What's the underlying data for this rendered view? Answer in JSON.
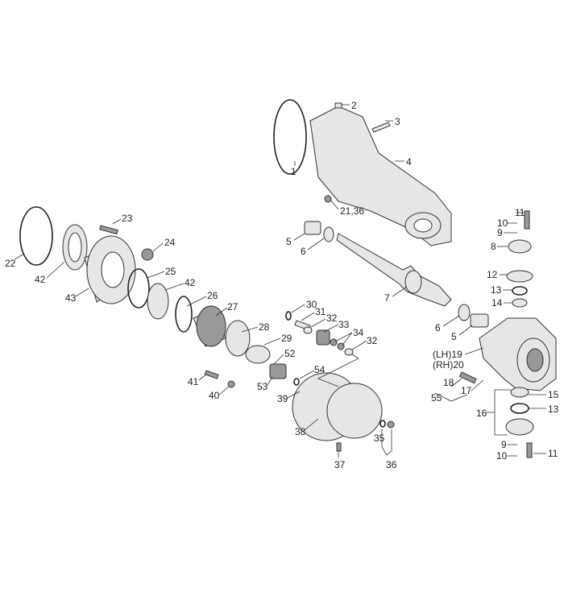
{
  "diagram": {
    "type": "exploded parts diagram",
    "callouts": [
      "1",
      "2",
      "3",
      "4",
      "21,36",
      "5",
      "6",
      "7",
      "6",
      "5",
      "11",
      "10",
      "9",
      "8",
      "12",
      "13",
      "14",
      "(LH)19",
      "(RH)20",
      "18",
      "17",
      "55",
      "15",
      "13",
      "16",
      "9",
      "10",
      "11",
      "22",
      "42",
      "43",
      "23",
      "24",
      "25",
      "42",
      "26",
      "27",
      "28",
      "29",
      "30",
      "31",
      "32",
      "33",
      "34",
      "32",
      "52",
      "53",
      "54",
      "39",
      "41",
      "40",
      "38",
      "35",
      "36",
      "37"
    ]
  }
}
